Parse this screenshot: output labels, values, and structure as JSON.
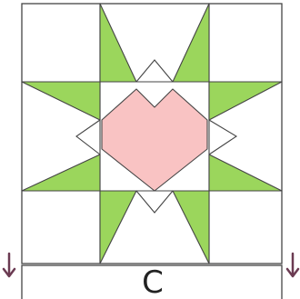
{
  "diagram": {
    "block_label": "C",
    "arrows": [
      "down-arrow-left",
      "down-arrow-right"
    ],
    "colors": {
      "green": "#9bd65c",
      "pink": "#f9c3c3",
      "line": "#444444",
      "arrow": "#6b3b52",
      "white": "#ffffff"
    }
  }
}
